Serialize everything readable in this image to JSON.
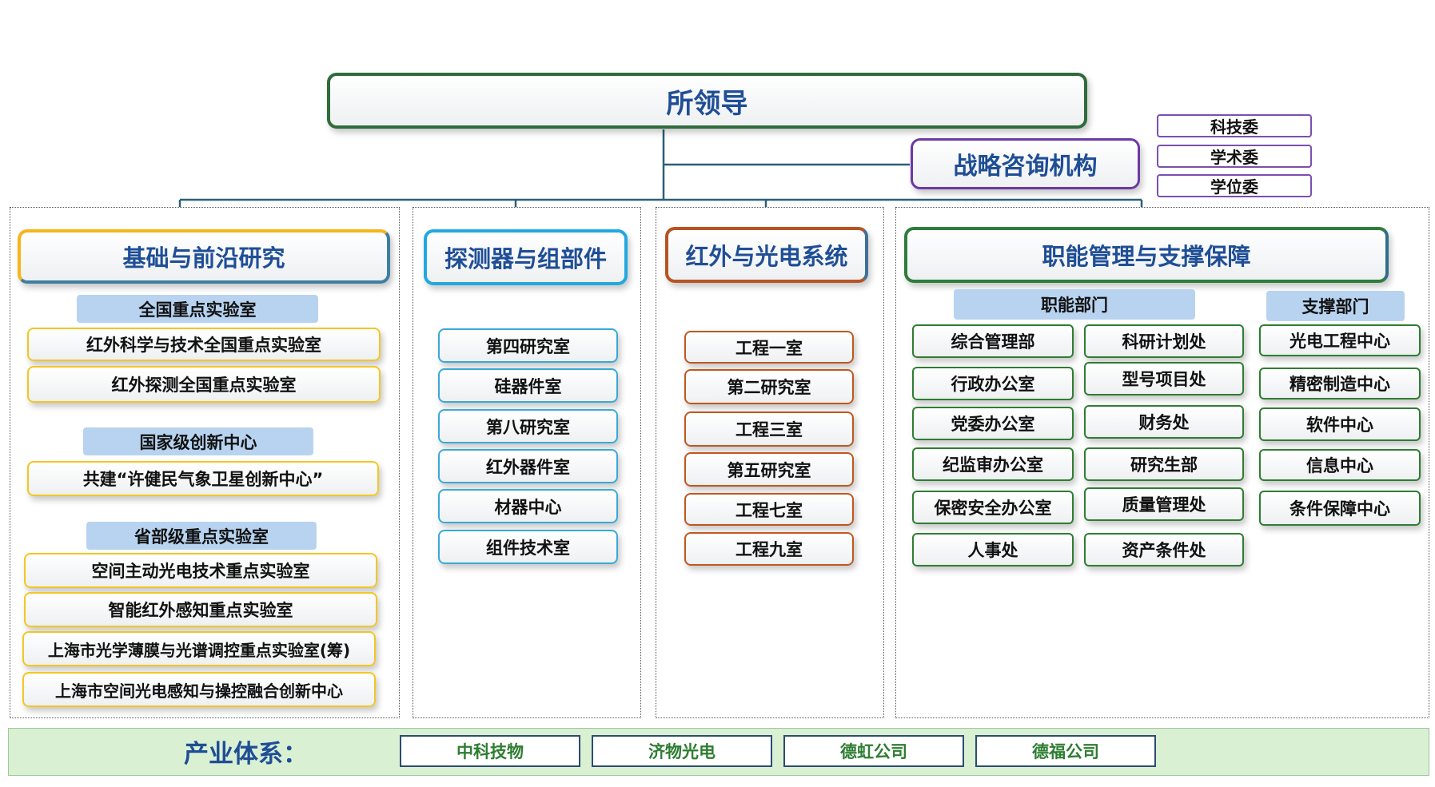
{
  "leadership": "所领导",
  "advisory": {
    "title": "战略咨询机构",
    "committees": [
      "科技委",
      "学术委",
      "学位委"
    ]
  },
  "sections": [
    {
      "title": "基础与前沿研究",
      "groups": [
        {
          "label": "全国重点实验室",
          "items": [
            "红外科学与技术全国重点实验室",
            "红外探测全国重点实验室"
          ]
        },
        {
          "label": "国家级创新中心",
          "items": [
            "共建“许健民气象卫星创新中心”"
          ]
        },
        {
          "label": "省部级重点实验室",
          "items": [
            "空间主动光电技术重点实验室",
            "智能红外感知重点实验室",
            "上海市光学薄膜与光谱调控重点实验室(筹)",
            "上海市空间光电感知与操控融合创新中心"
          ]
        }
      ]
    },
    {
      "title": "探测器与组部件",
      "items": [
        "第四研究室",
        "硅器件室",
        "第八研究室",
        "红外器件室",
        "材器中心",
        "组件技术室"
      ]
    },
    {
      "title": "红外与光电系统",
      "items": [
        "工程一室",
        "第二研究室",
        "工程三室",
        "第五研究室",
        "工程七室",
        "工程九室"
      ]
    },
    {
      "title": "职能管理与支撑保障",
      "functional": {
        "label": "职能部门",
        "col1": [
          "综合管理部",
          "行政办公室",
          "党委办公室",
          "纪监审办公室",
          "保密安全办公室",
          "人事处"
        ],
        "col2": [
          "科研计划处",
          "型号项目处",
          "财务处",
          "研究生部",
          "质量管理处",
          "资产条件处"
        ]
      },
      "support": {
        "label": "支撑部门",
        "items": [
          "光电工程中心",
          "精密制造中心",
          "软件中心",
          "信息中心",
          "条件保障中心"
        ]
      }
    }
  ],
  "industry": {
    "label": "产业体系：",
    "companies": [
      "中科技物",
      "济物光电",
      "德虹公司",
      "德福公司"
    ]
  },
  "colors": {
    "title_blue": "#1f4e96",
    "industry_bg": "#d9f0d3",
    "subhead_bg": "#b7d3f0"
  }
}
